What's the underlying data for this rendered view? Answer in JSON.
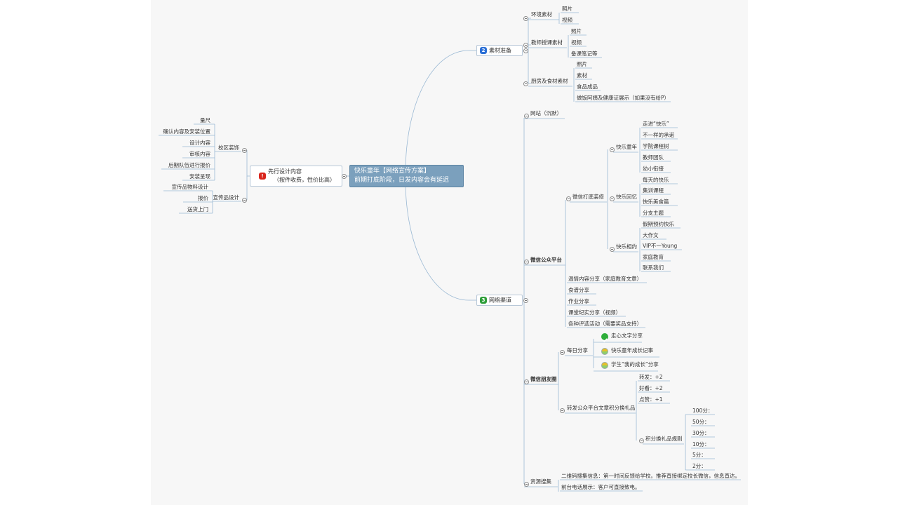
{
  "central": {
    "line1": "快乐童年【网络宣传方案】",
    "line2": "前期打底阶段，日发内容会有延迟"
  },
  "left": {
    "main": {
      "badge": "!",
      "line1": "先行设计内容",
      "line2": "（按件收费，性价比高）"
    },
    "campus": {
      "label": "校区装饰",
      "items": [
        "量尺",
        "确认内容及安装位置",
        "设计内容",
        "审核内容",
        "后期队伍进行报价",
        "安装呈现"
      ]
    },
    "promo": {
      "label": "宣传品设计",
      "items": [
        "宣传品物料设计",
        "报价",
        "送货上门"
      ]
    }
  },
  "materials": {
    "badge": "2",
    "label": "素材准备",
    "env": {
      "label": "环境素材",
      "items": [
        "照片",
        "视频"
      ]
    },
    "teacher": {
      "label": "教师授课素材",
      "items": [
        "照片",
        "视频",
        "备课笔记等"
      ]
    },
    "kitchen": {
      "label": "厨房及食材素材",
      "items": [
        "照片",
        "素材",
        "食品成品",
        "做饭阿姨及健康证展示（如果没有给P）"
      ]
    }
  },
  "network": {
    "badge": "3",
    "label": "网络渠道",
    "website": "网站（沉默）",
    "wechat": {
      "label": "微信公众平台",
      "build": {
        "label": "微信打底装修",
        "happy_childhood": {
          "label": "快乐童年",
          "items": [
            "走进“快乐”",
            "不一样的承诺",
            "学院课程树",
            "教师团队",
            "幼小衔接"
          ]
        },
        "happy_memory": {
          "label": "快乐回忆",
          "items": [
            "每天的快乐",
            "集训课程",
            "快乐美食篇",
            "分支主题"
          ]
        },
        "happy_meet": {
          "label": "快乐相约",
          "items": [
            "假期预约快乐",
            "大作文",
            "VIP不一Young",
            "家庭教育",
            "联系我们"
          ]
        }
      },
      "items": [
        "温情内容分享（家庭教育文章）",
        "食谱分享",
        "作业分享",
        "课堂纪实分享（视频）",
        "各种评选活动（需要奖品支持）"
      ]
    },
    "moments": {
      "label": "微信朋友圈",
      "daily": {
        "label": "每日分享",
        "items": [
          "走心文字分享",
          "快乐童年成长记事",
          "学生“我的成长”分享"
        ]
      },
      "forward": {
        "label": "转发公众平台文章积分换礼品",
        "scores": [
          "转发：+2",
          "好看：+2",
          "点赞：+1"
        ],
        "rules": {
          "label": "积分换礼品规则",
          "items": [
            "100分：",
            "50分：",
            "30分：",
            "10分：",
            "5分：",
            "2分："
          ]
        }
      }
    },
    "resources": {
      "label": "资源搜集",
      "items": [
        "二维码搜集信息：第一时间反馈给学校。推荐直接绑定校长微信，信息直达。",
        "前台电话展示：客户可直接致电。"
      ]
    }
  },
  "colors": {
    "canvas": "#f7f7f7",
    "link": "#9bb9d4",
    "central": "#7ba0bd",
    "badge1": "#d9251d",
    "badge2": "#2b6fd6",
    "badge3": "#2e9e3a",
    "check": "#2eae3a",
    "half": "#e6c02a"
  },
  "icons": [
    "check-icon",
    "half-progress-icon",
    "collapse-toggle-icon"
  ]
}
